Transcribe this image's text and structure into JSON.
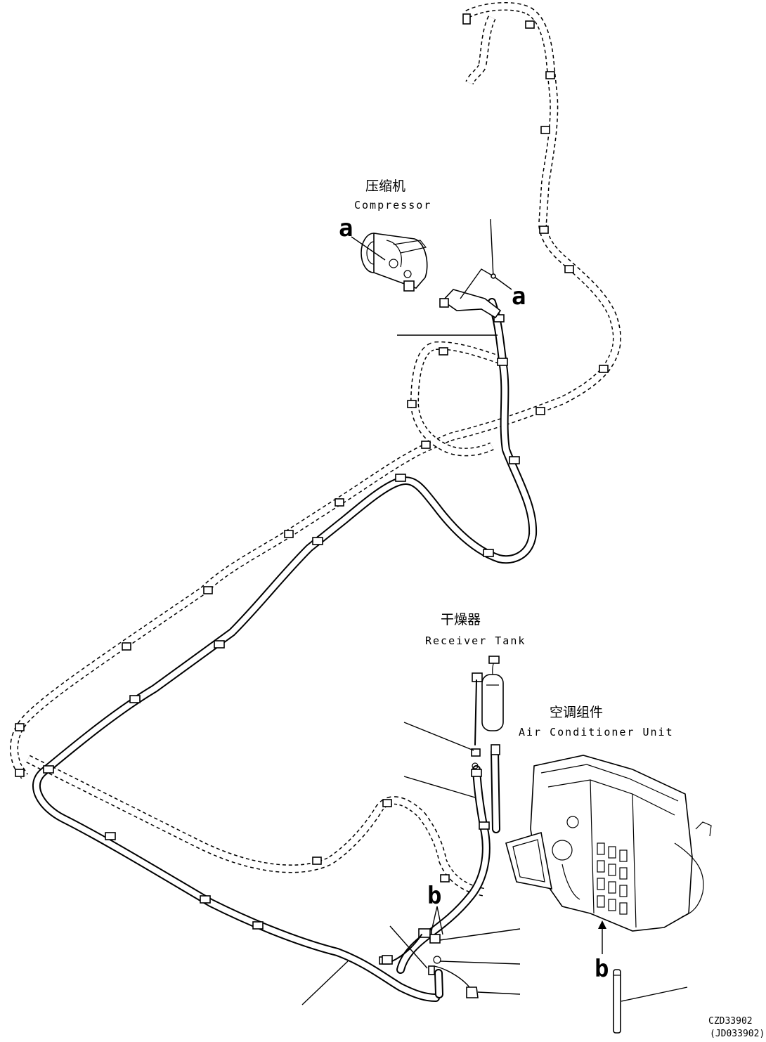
{
  "labels": {
    "compressor_cn": "压缩机",
    "compressor_en": "Compressor",
    "receiver_cn": "干燥器",
    "receiver_en": "Receiver Tank",
    "ac_unit_cn": "空调组件",
    "ac_unit_en": "Air Conditioner Unit"
  },
  "callouts": {
    "a_compressor": "a",
    "a_hose": "a",
    "b_fitting": "b",
    "b_unit": "b"
  },
  "codes": {
    "drawing_code": "CZD33902",
    "ref_code": "(JD033902)"
  }
}
